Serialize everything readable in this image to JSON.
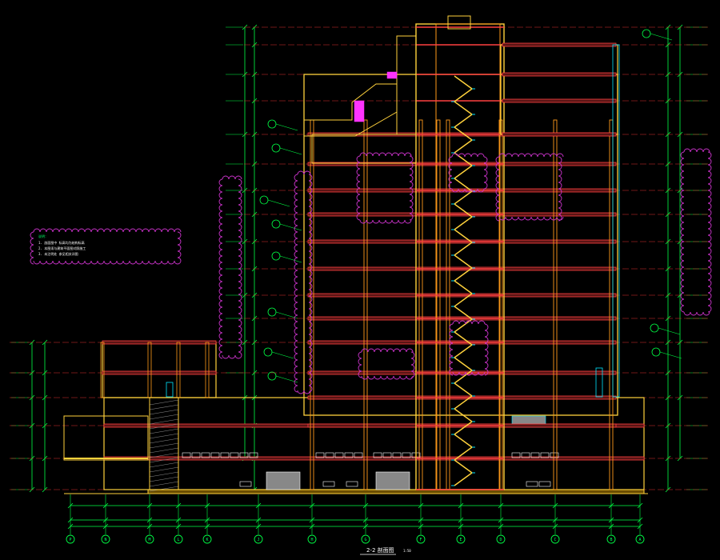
{
  "colors": {
    "background": "#000000",
    "wall": "#ffd23c",
    "wall_inner": "#ff9a1a",
    "column": "#ff9a1a",
    "slab": "#ff4040",
    "dim": "#00ff44",
    "level_line": "#e0332f",
    "revision": "#cc33cc",
    "annotation": "#00e5ff",
    "text": "#ffffff",
    "concrete": "#888888",
    "magenta": "#ff33ff"
  },
  "drawing": {
    "title": "2-2 剖面图",
    "scale": "1:50"
  },
  "grid_axes": [
    "P",
    "N",
    "M",
    "L",
    "K",
    "J",
    "H",
    "G",
    "F",
    "E",
    "D",
    "C",
    "B",
    "A"
  ],
  "note_block": {
    "heading": "说明：",
    "lines": [
      "1. 剖面图中 标高均为结构标高",
      "2. 本图须与建筑平面图对照施工",
      "3. 未注明处 参见相关详图"
    ]
  }
}
